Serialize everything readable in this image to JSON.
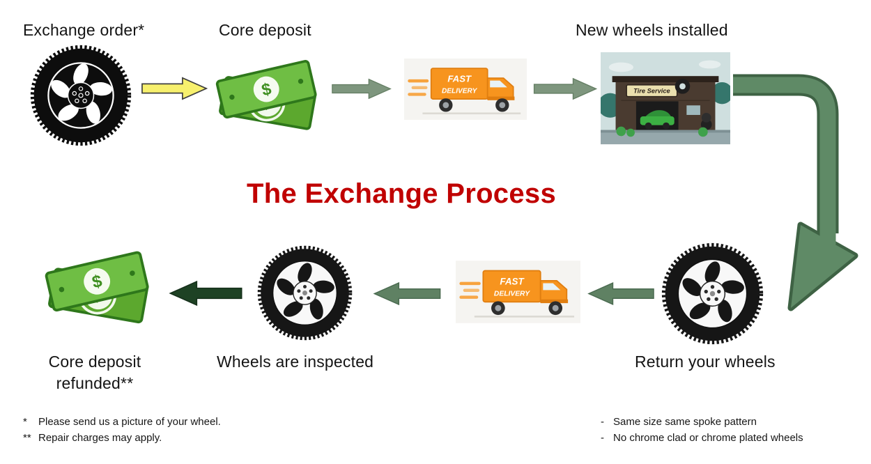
{
  "title": {
    "text": "The Exchange Process",
    "color": "#C00000"
  },
  "steps": {
    "exchange_order": "Exchange order*",
    "core_deposit": "Core deposit",
    "new_wheels_installed": "New wheels installed",
    "return_your_wheels": "Return your wheels",
    "wheels_are_inspected": "Wheels are inspected",
    "core_deposit_refunded_line1": "Core deposit",
    "core_deposit_refunded_line2": "refunded**"
  },
  "truck": {
    "line1": "FAST",
    "line2": "DELIVERY"
  },
  "shop": {
    "sign": "Tire Service"
  },
  "icons": {
    "dollar": "$"
  },
  "footnotes": {
    "left": [
      {
        "marker": "*",
        "text": "Please send us a picture of your wheel."
      },
      {
        "marker": "**",
        "text": "Repair charges may apply."
      }
    ],
    "right": [
      {
        "marker": "-",
        "text": "Same size same spoke pattern"
      },
      {
        "marker": "-",
        "text": "No chrome clad or chrome plated wheels"
      }
    ]
  },
  "colors": {
    "title_red": "#C00000",
    "arrow_yellow": "#F7F06D",
    "arrow_sage": "#7E967E",
    "arrow_green": "#5F8163",
    "arrow_dark_green": "#1E4224",
    "curved_arrow_green": "#5F8A66",
    "money_green": "#6FBE44",
    "truck_orange": "#F7941E"
  }
}
